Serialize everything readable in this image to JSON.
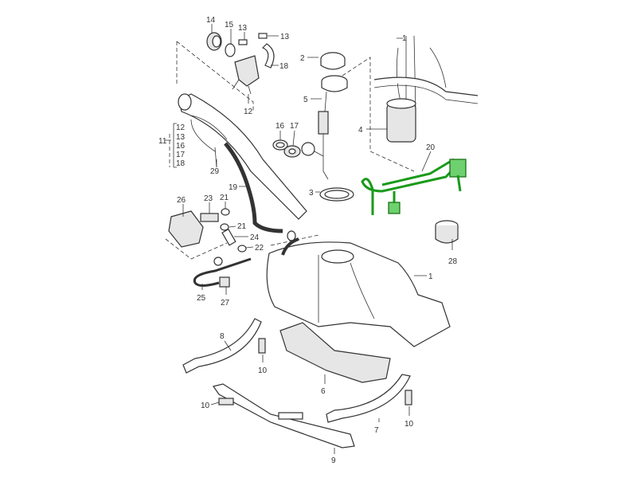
{
  "diagram": {
    "title": "Fuel tank parts diagram",
    "highlight_color": "#1a9a1a",
    "labels": [
      "14",
      "15",
      "13",
      "13",
      "18",
      "12",
      "2",
      "5",
      "1",
      "4",
      "16",
      "17",
      "11",
      "29",
      "19",
      "3",
      "20",
      "26",
      "23",
      "21",
      "21",
      "24",
      "22",
      "25",
      "27",
      "28",
      "1",
      "8",
      "10",
      "6",
      "7",
      "10",
      "10",
      "9"
    ],
    "group_11_items": [
      "12",
      "13",
      "16",
      "17",
      "18"
    ],
    "highlighted_part": "20"
  }
}
